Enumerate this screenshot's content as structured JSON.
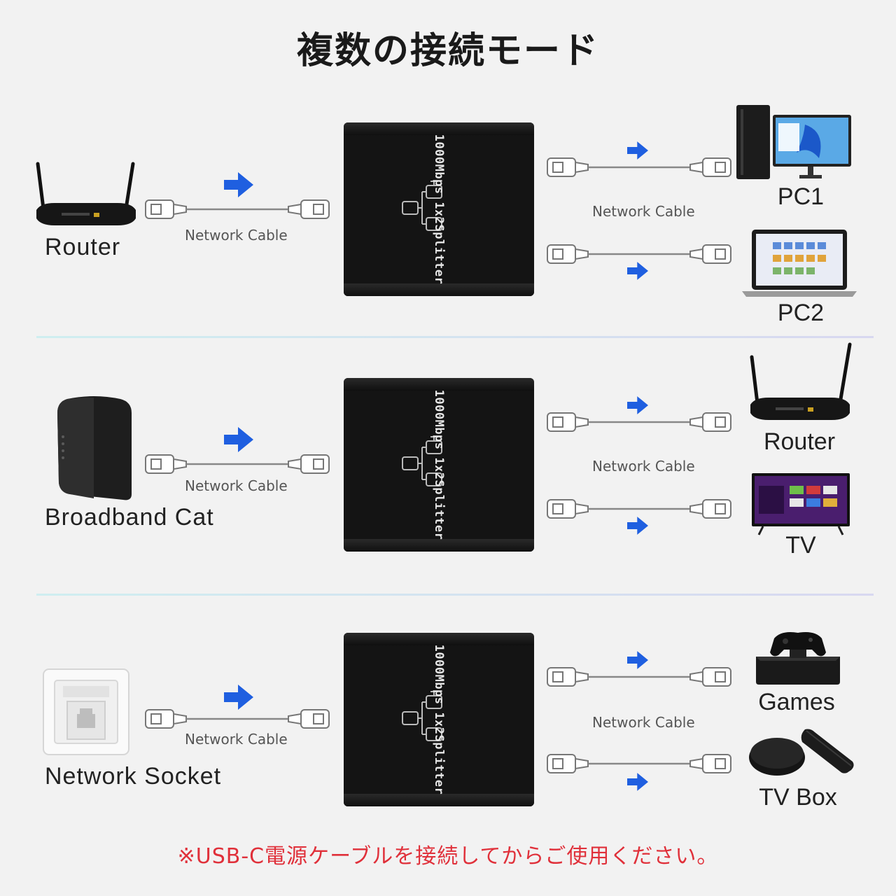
{
  "title": "複数の接続モード",
  "rows": [
    {
      "source": {
        "label": "Router",
        "icon": "router-icon"
      },
      "input_cable_label": "Network Cable",
      "splitter_text": "1000Mbps 1x2Splitter",
      "output_cable_label": "Network Cable",
      "outputs": [
        {
          "label": "PC1",
          "icon": "desktop-pc-icon"
        },
        {
          "label": "PC2",
          "icon": "laptop-icon"
        }
      ]
    },
    {
      "source": {
        "label": "Broadband Cat",
        "icon": "modem-icon"
      },
      "input_cable_label": "Network Cable",
      "splitter_text": "1000Mbps 1x2Splitter",
      "output_cable_label": "Network Cable",
      "outputs": [
        {
          "label": "Router",
          "icon": "router-icon"
        },
        {
          "label": "TV",
          "icon": "tv-icon"
        }
      ]
    },
    {
      "source": {
        "label": "Network Socket",
        "icon": "wall-socket-icon"
      },
      "input_cable_label": "Network Cable",
      "splitter_text": "1000Mbps 1x2Splitter",
      "output_cable_label": "Network Cable",
      "outputs": [
        {
          "label": "Games",
          "icon": "game-console-icon"
        },
        {
          "label": "TV Box",
          "icon": "streaming-box-icon"
        }
      ]
    }
  ],
  "footer_note": "※USB-C電源ケーブルを接続してからご使用ください。",
  "colors": {
    "arrow": "#1f5fe0",
    "note": "#e0303a",
    "splitter": "#141414"
  }
}
